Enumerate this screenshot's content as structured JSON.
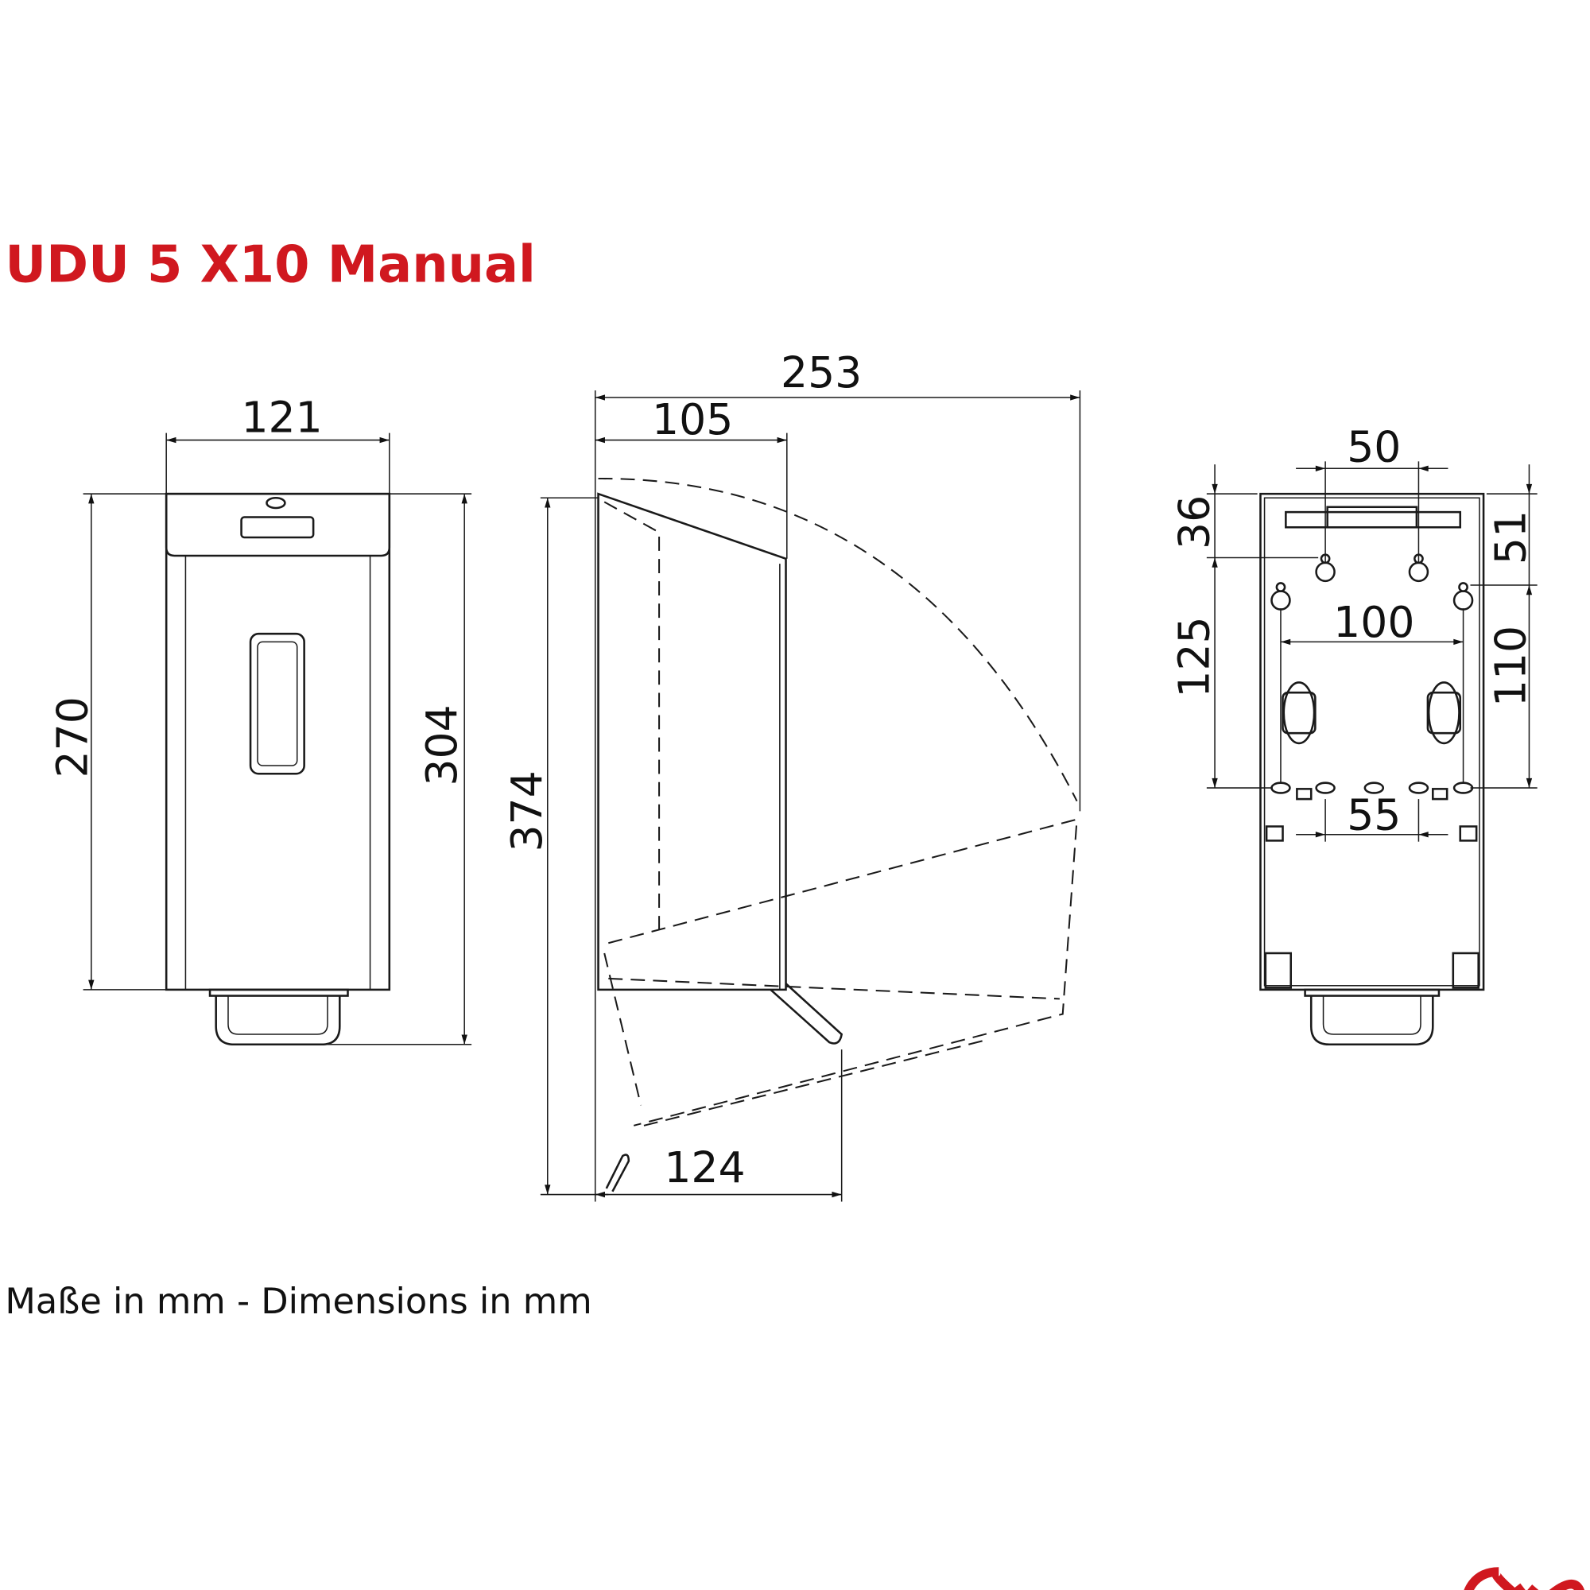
{
  "title": "UDU 5 X10 Manual",
  "footer": "Maße in mm - Dimensions in mm",
  "brand_color": "#d0181f",
  "logo": "infinity-knot-logo",
  "front_view": {
    "width": "121",
    "height_body": "270",
    "height_total": "304"
  },
  "side_view": {
    "depth_open": "253",
    "depth": "105",
    "height_open": "374",
    "depth_bottom": "124"
  },
  "back_view": {
    "hole_spacing_top": "50",
    "top_to_holes": "36",
    "holes_vertical": "125",
    "top_to_side_holes": "51",
    "side_holes_vertical": "110",
    "side_holes_horizontal": "100",
    "bottom_holes_spacing": "55"
  }
}
